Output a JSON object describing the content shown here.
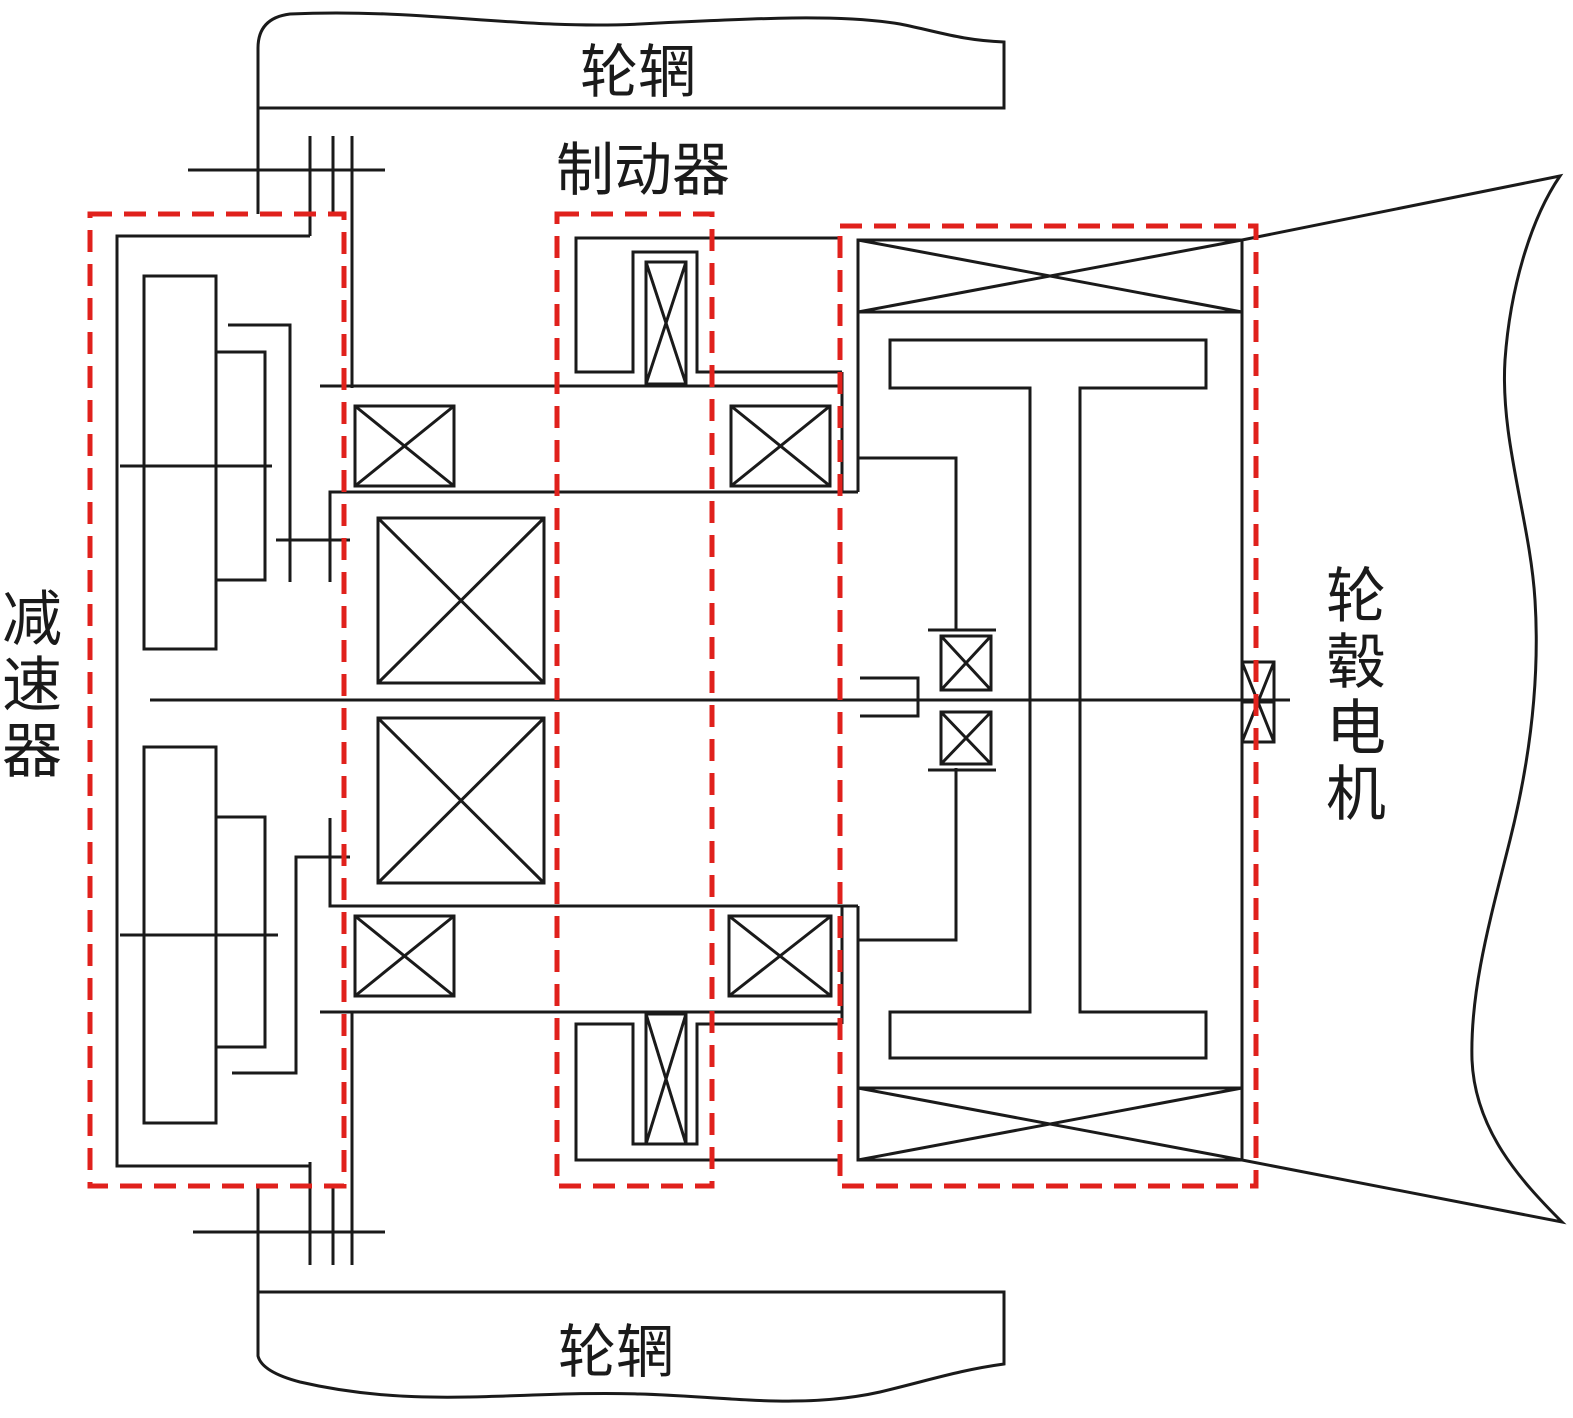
{
  "labels": {
    "rim_top": "轮辋",
    "rim_bottom": "轮辋",
    "brake": "制动器",
    "reducer": [
      "减",
      "速",
      "器"
    ],
    "hub_motor": [
      "轮",
      "毂",
      "电",
      "机"
    ]
  },
  "colors": {
    "line": "#1a1a1a",
    "dashed_box": "#e0211c",
    "background": "#ffffff"
  }
}
